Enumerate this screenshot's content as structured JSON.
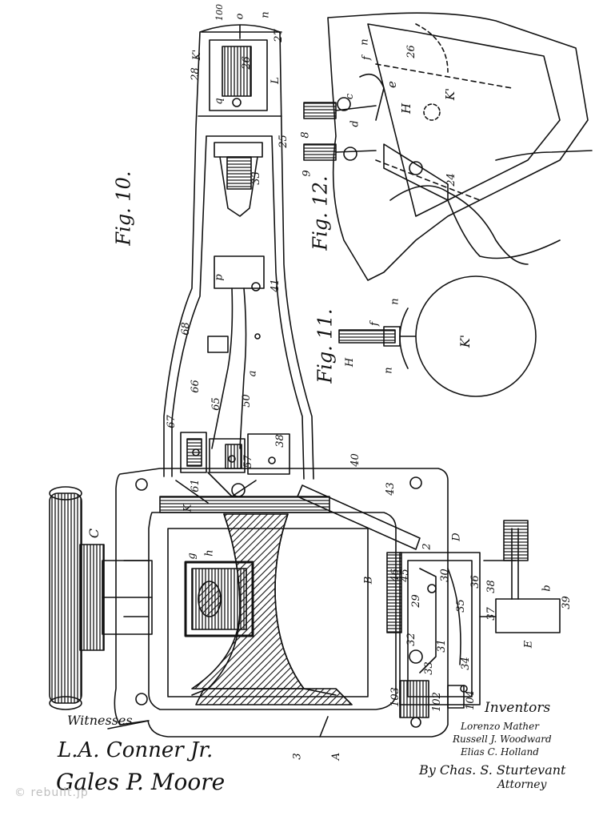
{
  "figures": {
    "fig10": "Fig. 10.",
    "fig11": "Fig. 11.",
    "fig12": "Fig. 12."
  },
  "labels": {
    "C": "C",
    "K": "K",
    "B": "B",
    "A": "A",
    "D": "D",
    "E": "E",
    "K1_top": "K'",
    "K1_fig11": "K'",
    "K1_fig12": "K'",
    "H_fig11": "H",
    "H_fig12": "H",
    "L": "L",
    "a": "a",
    "b": "b",
    "c": "c",
    "d": "d",
    "e": "e",
    "f": "f",
    "f_fig11": "f",
    "g": "g",
    "h": "h",
    "p": "p",
    "q": "q",
    "n1": "n",
    "n2": "n",
    "n3": "n",
    "n4": "n",
    "o": "o",
    "n_100": "100",
    "n_2": "2",
    "n_3": "3",
    "n_8": "8",
    "n_9": "9",
    "n_24": "24",
    "n_25": "25",
    "n_26": "26",
    "n_26b": "26",
    "n_27": "27",
    "n_28": "28",
    "n_29": "29",
    "n_30": "30",
    "n_31": "31",
    "n_32": "32",
    "n_33": "33",
    "n_33b": "33",
    "n_34": "34",
    "n_35": "35",
    "n_36": "36",
    "n_37": "37",
    "n_38": "38",
    "n_38b": "38",
    "n_39": "39",
    "n_40": "40",
    "n_41": "41",
    "n_43": "43",
    "n_45": "45",
    "n_46": "46",
    "n_50": "50",
    "n_57": "57",
    "n_61": "61",
    "n_65": "65",
    "n_66": "66",
    "n_67": "67",
    "n_68": "68",
    "n_102": "102",
    "n_103": "103",
    "n_104": "104"
  },
  "text": {
    "witnesses": "Witnesses",
    "inventors": "Inventors",
    "inventor_1": "Lorenzo Mather",
    "inventor_2": "Russell J. Woodward",
    "inventor_3": "Elias C. Holland",
    "attorney_by": "By Chas. S. Sturtevant",
    "attorney": "Attorney",
    "witness_1": "L.A. Conner Jr.",
    "witness_2": "Gales P. Moore",
    "watermark": "© rebuilt.jp"
  }
}
